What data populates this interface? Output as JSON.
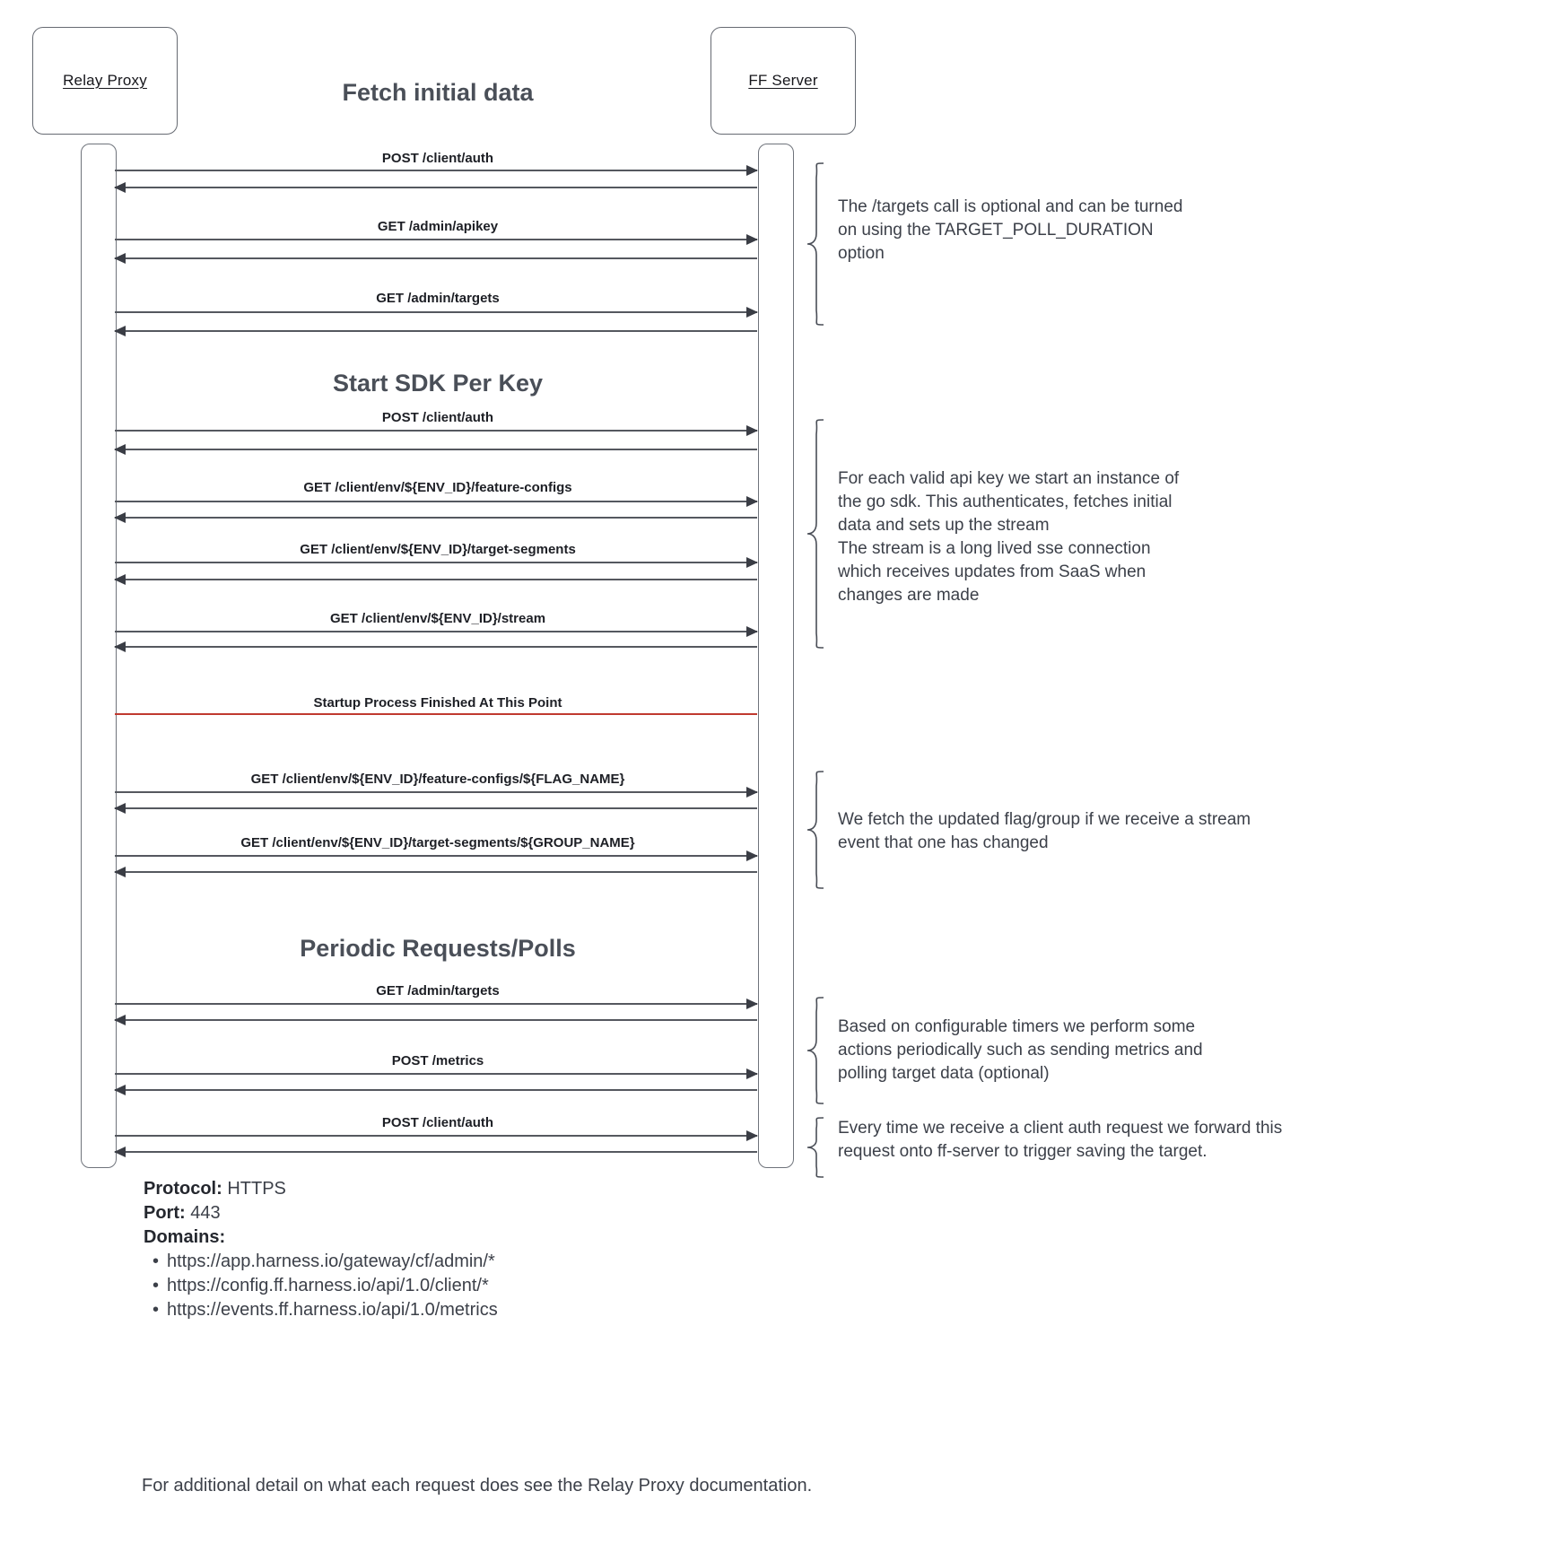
{
  "diagram": {
    "type": "uml-sequence",
    "participants": [
      {
        "id": "relay-proxy",
        "label": "Relay Proxy"
      },
      {
        "id": "ff-server",
        "label": "FF Server"
      }
    ],
    "sections": [
      {
        "id": "fetch-initial-data",
        "title": "Fetch initial data"
      },
      {
        "id": "start-sdk-per-key",
        "title": "Start SDK Per Key"
      },
      {
        "id": "periodic-requests",
        "title": "Periodic Requests/Polls"
      }
    ],
    "divider": {
      "label": "Startup Process Finished At This Point",
      "color": "#c0392f"
    },
    "messages": [
      {
        "id": "m1",
        "label": "POST /client/auth",
        "direction": "request"
      },
      {
        "id": "m2",
        "label": "GET /admin/apikey",
        "direction": "request"
      },
      {
        "id": "m3",
        "label": "GET /admin/targets",
        "direction": "request"
      },
      {
        "id": "m4",
        "label": "POST /client/auth",
        "direction": "request"
      },
      {
        "id": "m5",
        "label": "GET /client/env/${ENV_ID}/feature-configs",
        "direction": "request"
      },
      {
        "id": "m6",
        "label": "GET /client/env/${ENV_ID}/target-segments",
        "direction": "request"
      },
      {
        "id": "m7",
        "label": "GET /client/env/${ENV_ID}/stream",
        "direction": "request"
      },
      {
        "id": "m8",
        "label": "GET /client/env/${ENV_ID}/feature-configs/${FLAG_NAME}",
        "direction": "request"
      },
      {
        "id": "m9",
        "label": "GET /client/env/${ENV_ID}/target-segments/${GROUP_NAME}",
        "direction": "request"
      },
      {
        "id": "m10",
        "label": "GET /admin/targets",
        "direction": "request"
      },
      {
        "id": "m11",
        "label": "POST /metrics",
        "direction": "request"
      },
      {
        "id": "m12",
        "label": "POST /client/auth",
        "direction": "request"
      }
    ],
    "notes": [
      {
        "id": "note-targets",
        "text": "The /targets call is optional and can be turned\non using the TARGET_POLL_DURATION\noption"
      },
      {
        "id": "note-sdk",
        "text": "For each valid api key we start an instance of\nthe go sdk. This authenticates, fetches initial\ndata and sets up the stream\nThe stream is a long lived sse connection\nwhich receives updates from SaaS when\nchanges are made"
      },
      {
        "id": "note-stream",
        "text": "We fetch the updated flag/group if we receive a stream\nevent that one has changed"
      },
      {
        "id": "note-periodic",
        "text": "Based on configurable timers we perform some\nactions periodically such as sending metrics and\npolling target data (optional)"
      },
      {
        "id": "note-auth",
        "text": "Every time we receive a client auth request we forward this\nrequest onto ff-server to trigger saving the target."
      }
    ]
  },
  "footer": {
    "protocol_key": "Protocol:",
    "protocol_value": "HTTPS",
    "port_key": "Port:",
    "port_value": "443",
    "domains_key": "Domains:",
    "domains": [
      "https://app.harness.io/gateway/cf/admin/*",
      "https://config.ff.harness.io/api/1.0/client/*",
      "https://events.ff.harness.io/api/1.0/metrics"
    ],
    "note": "For additional detail on what each request does see the Relay Proxy documentation."
  }
}
